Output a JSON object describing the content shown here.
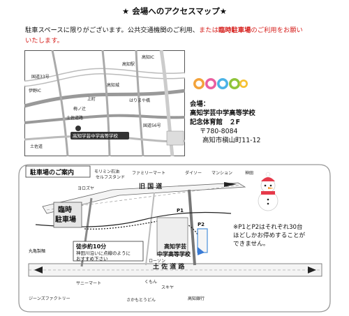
{
  "title": "★ 会場へのアクセスマップ★",
  "intro": {
    "line1a": "駐車スペースに限りがございます。公共交通機関のご利用、",
    "line1b": "または",
    "line1c": "臨時駐車場",
    "line1d": "のご利用をお願い",
    "line2": "いたします。"
  },
  "venue": {
    "label": "会場：",
    "name1": "高知学芸中学高等学校",
    "name2": "記念体育館　２F",
    "postal": "〒780-8084",
    "address": "高知市槇山町11-12"
  },
  "area_map": {
    "school_pin_label": "高知学芸中学高等学校",
    "labels": {
      "tosa": "土佐道路",
      "kochi": "高知駅",
      "harimaya": "はりまや橋",
      "takaoka": "高知城",
      "kencho": "高知IC",
      "ino": "伊野IC",
      "umenotsuji": "梅ノ辻",
      "sakura": "土佐道",
      "kamimachi": "上町",
      "route33": "国道33号",
      "route56": "国道56号"
    }
  },
  "parking_map": {
    "heading": "駐車場のご案内",
    "temp_parking1": "臨時",
    "temp_parking2": "駐車場",
    "kyukokudo": "旧 国 道",
    "tosadoro": "土 佐 道 路",
    "walk_title": "徒歩約10分",
    "walk_line1": "神田川沿いに点線のように",
    "walk_line2": "おすすめ下さい",
    "school1": "高知学芸",
    "school2": "中学高等学校",
    "p1": "P1",
    "p2": "P2",
    "labels": {
      "familymart": "ファミリーマート",
      "daiso": "ダイソー",
      "mansion": "マンション",
      "kanda": "神田",
      "morimai": "モリミン石油",
      "self": "セルフスタンド",
      "yorozu": "ヨロズヤ",
      "lawson": "ローソン",
      "sunny": "サニーマート",
      "sukiya": "スキヤ",
      "jeans": "ジーンズファクトリー",
      "marukoshi": "丸亀製麺",
      "kochi_bank": "高知銀行",
      "saturday": "さかもとうどん",
      "kumon": "くもん"
    }
  },
  "note": {
    "line1": "※P1とP2はそれぞれ30台",
    "line2": "ほどしかお停めすることが",
    "line3": "できません。"
  }
}
